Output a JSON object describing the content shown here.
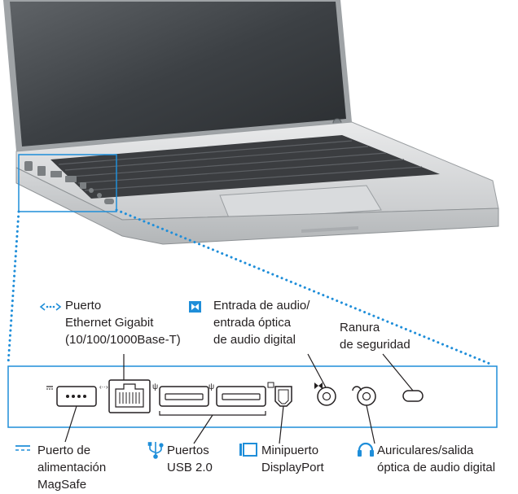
{
  "labels": {
    "ethernet": "Puerto\nEthernet Gigabit\n(10/100/1000Base-T)",
    "audio_in": "Entrada de audio/\nentrada óptica\nde audio digital",
    "security": "Ranura\nde seguridad",
    "magsafe": "Puerto de\nalimentación\nMagSafe",
    "usb": "Puertos\nUSB 2.0",
    "displayport": "Minipuerto\nDisplayPort",
    "headphones": "Auriculares/salida\nóptica de audio digital"
  },
  "colors": {
    "accent": "#1f8ed9",
    "outline": "#231f20",
    "panel_fill": "#ffffff"
  },
  "icons": {
    "ethernet": "ethernet-icon",
    "audio_in": "audio-in-icon",
    "magsafe": "dc-power-icon",
    "usb": "usb-icon",
    "displayport": "displayport-icon",
    "headphones": "headphones-icon"
  }
}
